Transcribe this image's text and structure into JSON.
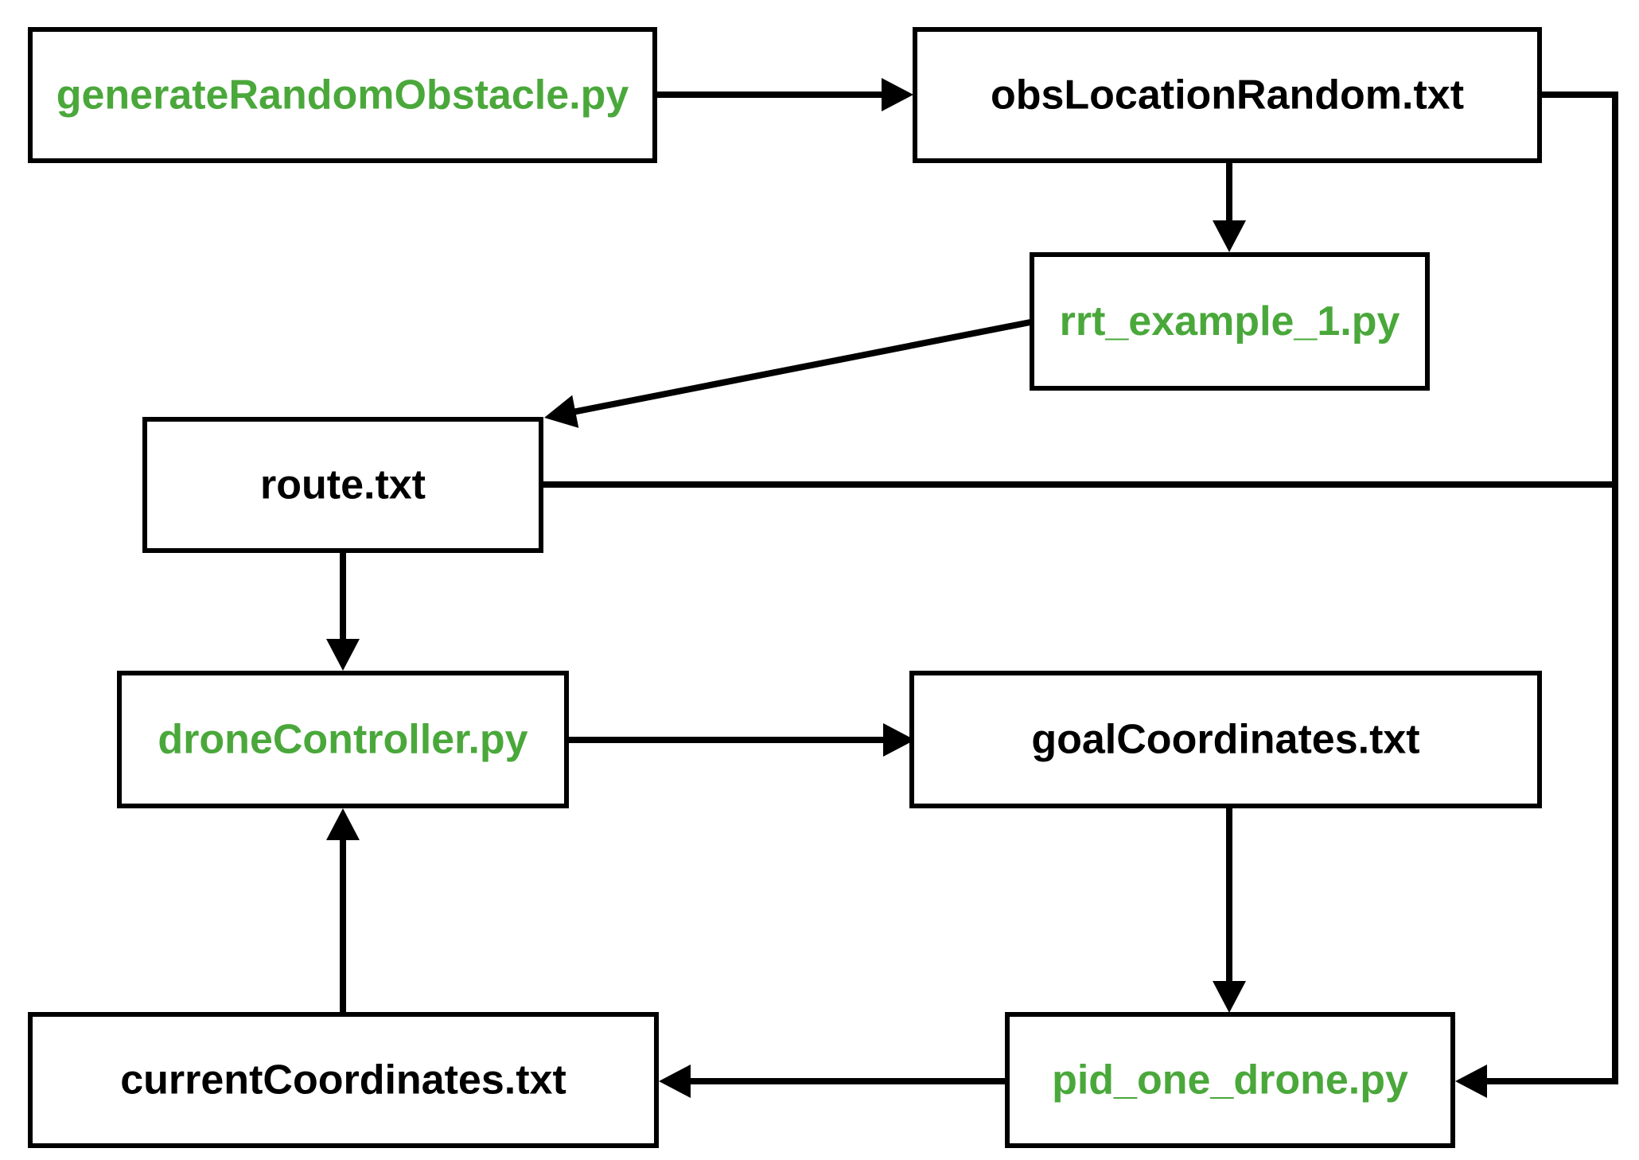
{
  "colors": {
    "script": "#4aa83b",
    "file": "#000000",
    "border": "#000000",
    "edge": "#000000"
  },
  "nodes": [
    {
      "id": "generateRandomObstacle",
      "label": "generateRandomObstacle.py",
      "kind": "script"
    },
    {
      "id": "obsLocationRandom",
      "label": "obsLocationRandom.txt",
      "kind": "file"
    },
    {
      "id": "rrtExample1",
      "label": "rrt_example_1.py",
      "kind": "script"
    },
    {
      "id": "route",
      "label": "route.txt",
      "kind": "file"
    },
    {
      "id": "droneController",
      "label": "droneController.py",
      "kind": "script"
    },
    {
      "id": "goalCoordinates",
      "label": "goalCoordinates.txt",
      "kind": "file"
    },
    {
      "id": "currentCoordinates",
      "label": "currentCoordinates.txt",
      "kind": "file"
    },
    {
      "id": "pidOneDrone",
      "label": "pid_one_drone.py",
      "kind": "script"
    }
  ],
  "edges": [
    {
      "from": "generateRandomObstacle",
      "to": "obsLocationRandom"
    },
    {
      "from": "obsLocationRandom",
      "to": "rrtExample1"
    },
    {
      "from": "rrtExample1",
      "to": "route"
    },
    {
      "from": "route",
      "to": "droneController"
    },
    {
      "from": "droneController",
      "to": "goalCoordinates"
    },
    {
      "from": "goalCoordinates",
      "to": "pidOneDrone"
    },
    {
      "from": "pidOneDrone",
      "to": "currentCoordinates"
    },
    {
      "from": "currentCoordinates",
      "to": "droneController"
    },
    {
      "from": "obsLocationRandom",
      "to": "pidOneDrone"
    },
    {
      "from": "route",
      "to": "pidOneDrone"
    }
  ]
}
